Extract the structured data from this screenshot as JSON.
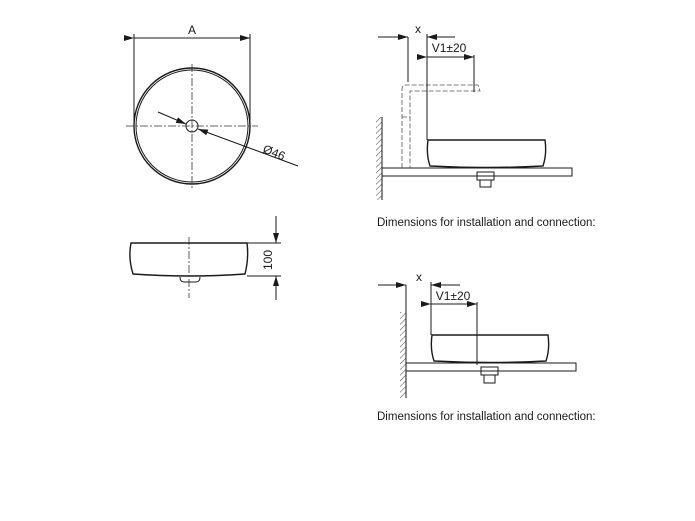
{
  "top_view": {
    "width_label": "A",
    "drain_diameter_label": "Ø46"
  },
  "side_view": {
    "height_label": "100"
  },
  "install_with_faucet": {
    "offset_label": "x",
    "spout_label": "V1±20",
    "caption": "Dimensions for installation and connection:"
  },
  "install_without_faucet": {
    "offset_label": "x",
    "spout_label": "V1±20",
    "caption": "Dimensions for installation and connection:"
  },
  "colors": {
    "line": "#1a1a1a",
    "background": "#ffffff"
  }
}
